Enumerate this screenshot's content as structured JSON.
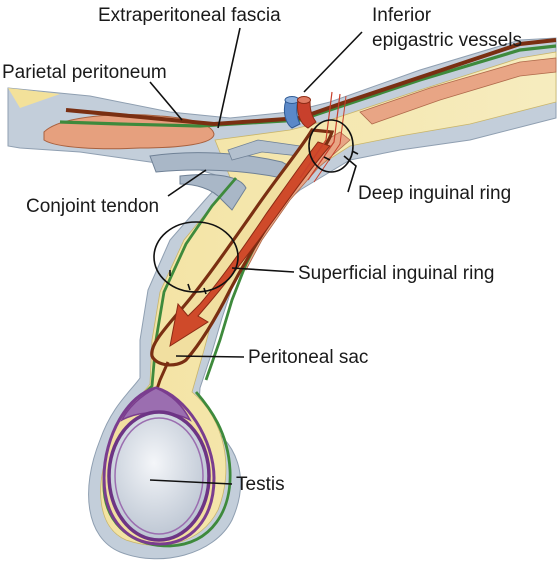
{
  "labels": {
    "extraperitoneal_fascia": "Extraperitoneal fascia",
    "inferior_epigastric_line1": "Inferior",
    "inferior_epigastric_line2": "epigastric vessels",
    "parietal_peritoneum": "Parietal peritoneum",
    "conjoint_tendon": "Conjoint tendon",
    "deep_inguinal_ring": "Deep inguinal ring",
    "superficial_inguinal_ring": "Superficial inguinal ring",
    "peritoneal_sac": "Peritoneal sac",
    "testis": "Testis"
  },
  "colors": {
    "fascia_gray": "#b9c6d3",
    "muscle_salmon": "#e6a07e",
    "fat_yellow": "#f6e6a4",
    "peritoneum_brown": "#7a2f12",
    "fascia_green": "#3e8a3c",
    "hernia_arrow": "#cf4a2a",
    "tunica_purple": "#7a3d8f",
    "testis_fill": "#d7dde6",
    "vein_blue": "#5a88c8",
    "artery_red": "#c8402c"
  }
}
